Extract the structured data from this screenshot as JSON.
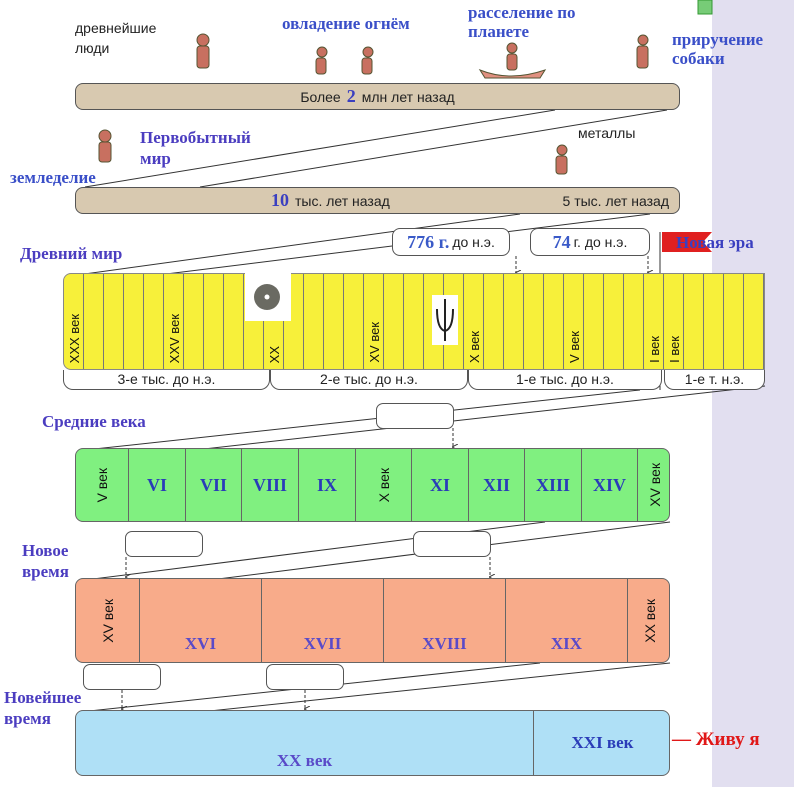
{
  "top": {
    "ancient_people": "древнейшие люди",
    "fire": "овладение огнём",
    "settlement": "расселение по планете",
    "dog": "приручение собаки",
    "band1": {
      "prefix": "Более",
      "number": "2",
      "suffix": "млн лет назад"
    }
  },
  "primitive": {
    "title": "Первобытный мир",
    "farming": "земледелие",
    "metals": "металлы",
    "band2": {
      "number": "10",
      "label1": "тыс. лет назад",
      "label2": "5 тыс. лет назад"
    }
  },
  "ancient": {
    "title": "Древний мир",
    "callout1": {
      "year": "776 г.",
      "suffix": "до н.э."
    },
    "callout2": {
      "year": "74",
      "suffix": "г. до н.э."
    },
    "new_era": "Новая эра",
    "century_labels": [
      {
        "col": 0,
        "text": "XXX век"
      },
      {
        "col": 5,
        "text": "XXV век"
      },
      {
        "col": 10,
        "text": "XX"
      },
      {
        "col": 15,
        "text": "XV век"
      },
      {
        "col": 20,
        "text": "X век"
      },
      {
        "col": 25,
        "text": "V век"
      },
      {
        "col": 29,
        "text": "I век"
      },
      {
        "col": 30,
        "text": "I век"
      }
    ],
    "millennia": [
      "3-е тыс. до н.э.",
      "2-е тыс. до н.э.",
      "1-е тыс. до н.э.",
      "1-е т. н.э."
    ]
  },
  "middle": {
    "title": "Средние века",
    "cols": [
      "V век",
      "VI",
      "VII",
      "VIII",
      "IX",
      "X век",
      "XI",
      "XII",
      "XIII",
      "XIV",
      "XV век"
    ]
  },
  "modern": {
    "title": "Новое время",
    "cols": [
      "XV век",
      "XVI",
      "XVII",
      "XVIII",
      "XIX",
      "XX век"
    ]
  },
  "recent": {
    "title": "Новейшее время",
    "cols": [
      "XX век",
      "XXI век"
    ],
    "live": "— Живу я"
  },
  "colors": {
    "primitive": "#d8c9b0",
    "ancient": "#f7f03a",
    "middle": "#80f080",
    "modern": "#f8ab8a",
    "recent": "#afe0f6",
    "flag": "#e02020"
  }
}
